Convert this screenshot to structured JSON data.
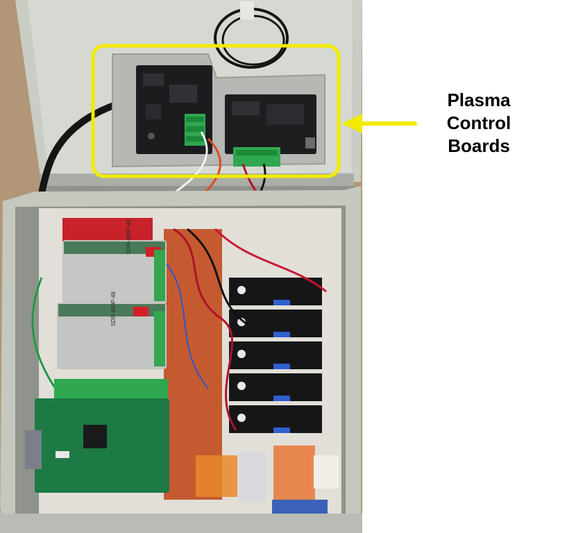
{
  "image": {
    "highlight_color": "#f2ea00",
    "background_wall_color": "#b59a7c",
    "enclosure_color": "#c8ccc3",
    "panel_color": "#e4e2dc"
  },
  "callout": {
    "lines": [
      "Plasma",
      "Control",
      "Boards"
    ],
    "arrow_color": "#f2ea00",
    "text_color": "#000000"
  },
  "labels": {
    "psu_top_model": "SDR-480P-48",
    "psu_bottom_model": "SDR-480P-48"
  }
}
